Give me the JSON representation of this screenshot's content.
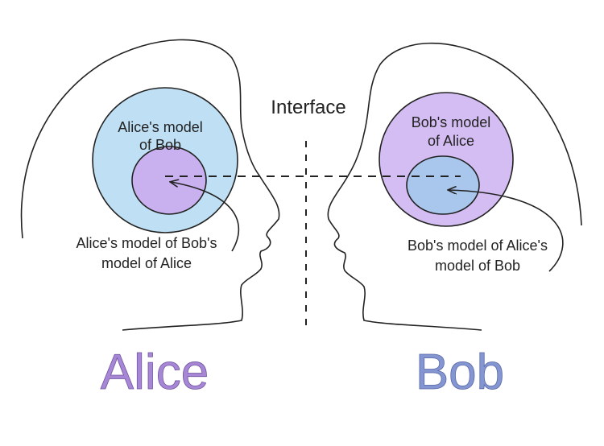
{
  "interface_label": "Interface",
  "alice": {
    "name": "Alice",
    "model_label_line1": "Alice's model",
    "model_label_line2": "of Bob",
    "nested_label_line1": "Alice's model of Bob's",
    "nested_label_line2": "model of Alice"
  },
  "bob": {
    "name": "Bob",
    "model_label_line1": "Bob's model",
    "model_label_line2": "of Alice",
    "nested_label_line1": "Bob's model of Alice's",
    "nested_label_line2": "model of Bob"
  },
  "colors": {
    "alice_model_circle": "#bfe0f4",
    "alice_nested_circle": "#c9b1ef",
    "bob_model_circle": "#d4bdf3",
    "bob_nested_circle": "#a9c6ec",
    "alice_name": "#a786d6",
    "bob_name": "#8496d2",
    "outline": "#222222"
  }
}
